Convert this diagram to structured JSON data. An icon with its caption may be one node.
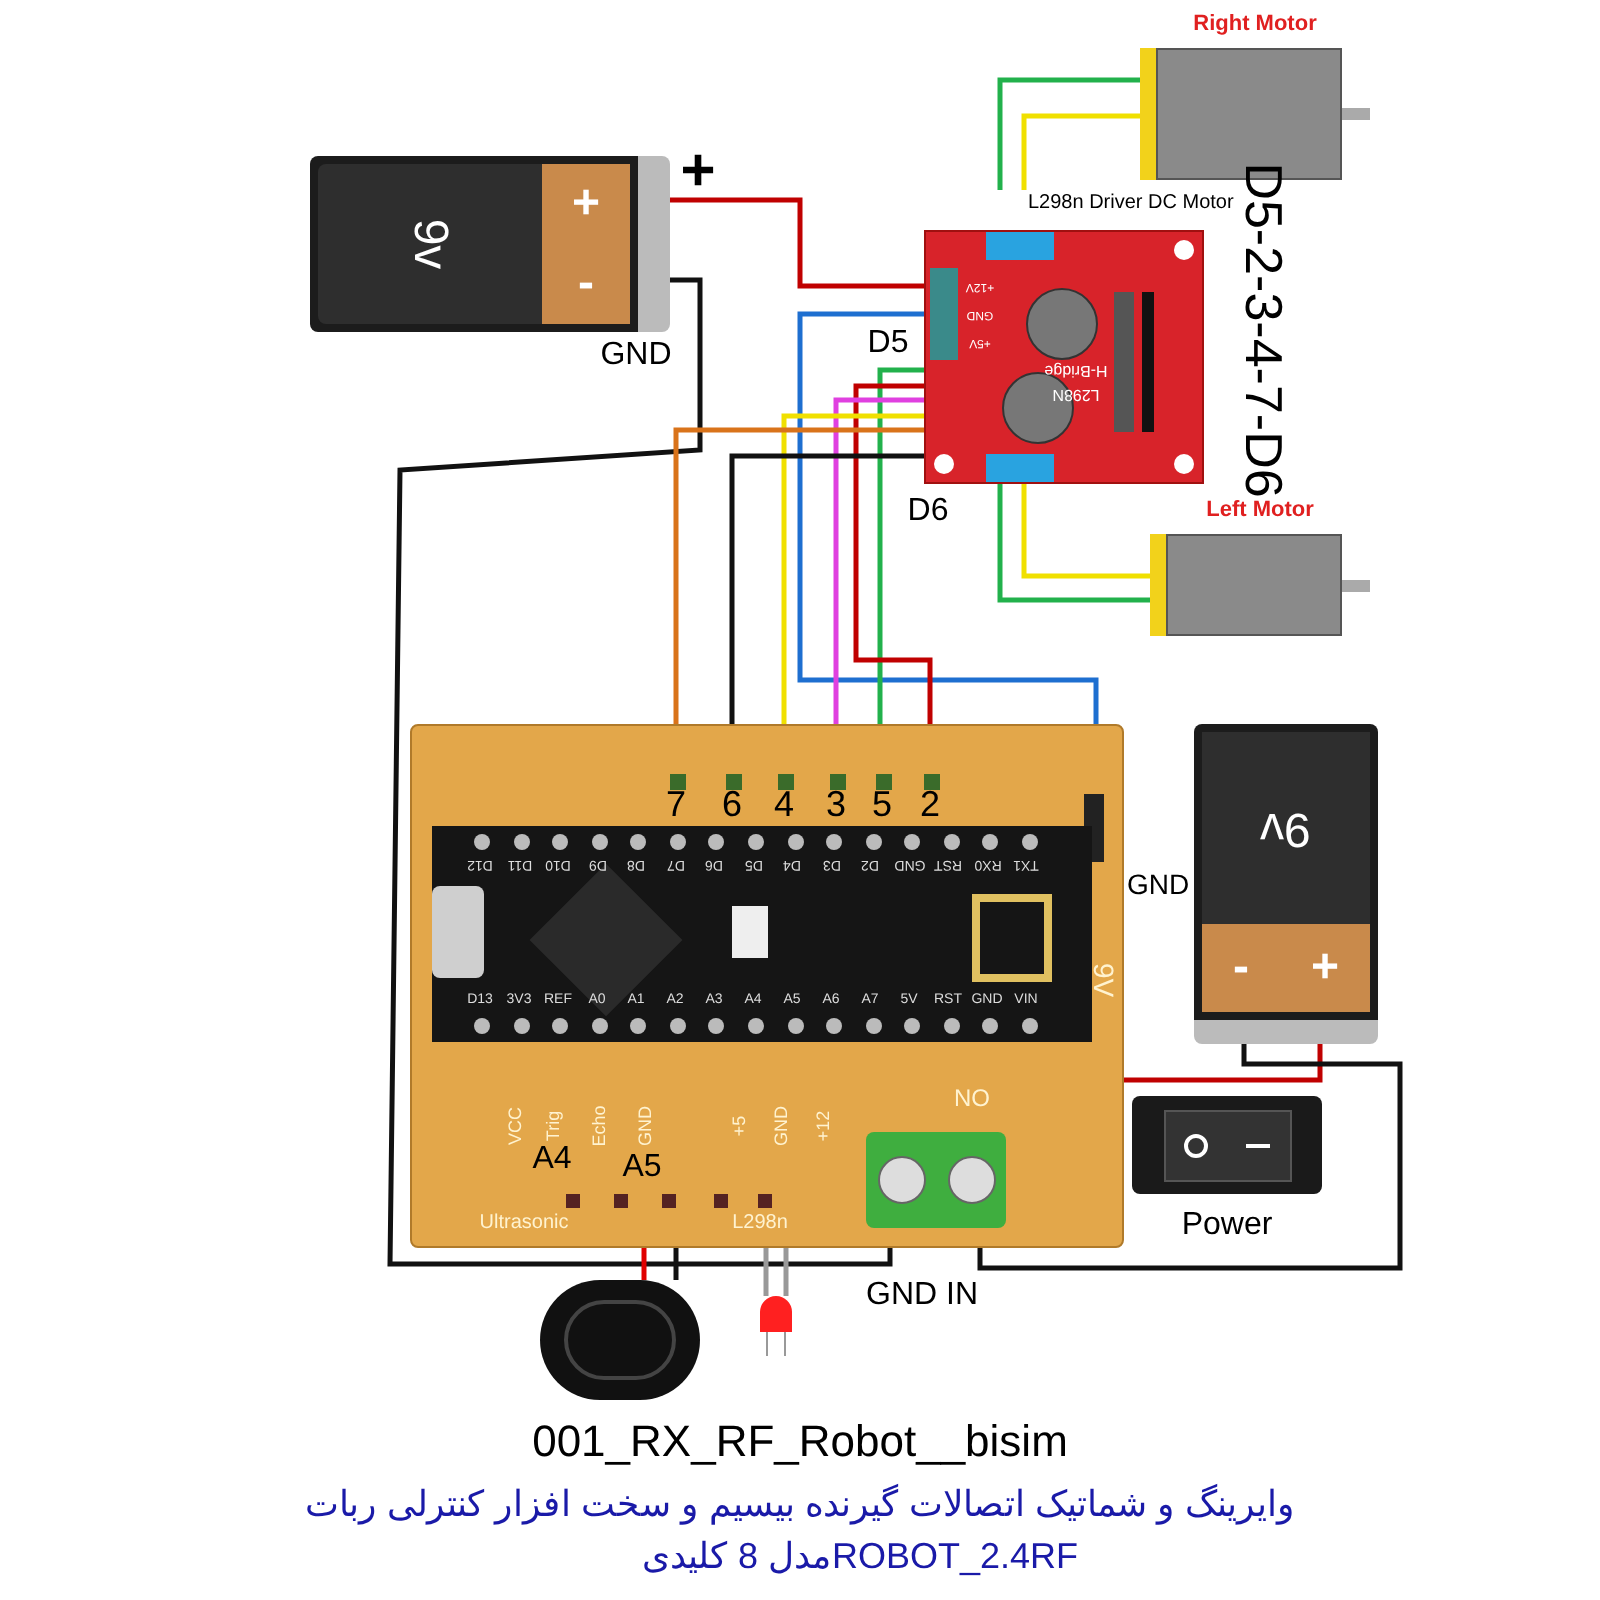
{
  "diagram": {
    "title": "001_RX_RF_Robot__bisim",
    "caption": "وایرینگ و شماتیک اتصالات گیرنده بیسیم و سخت افزار کنترلی ربات",
    "nodes": [
      {
        "text": [
          "9v",
          "+",
          "-"
        ]
      },
      {
        "text": [
          "L298n Driver DC Motor"
        ]
      },
      {
        "text": [
          "Right Motor"
        ]
      },
      {
        "text": [
          "Left Motor"
        ]
      },
      {
        "text": [],
        "shape": "box"
      },
      {
        "text": [],
        "shape": "picture",
        "in": 4
      },
      {
        "text": [
          "9v",
          "-",
          "+"
        ]
      },
      {
        "text": [
          "Power"
        ]
      },
      {
        "text": [],
        "shape": "box",
        "in": 4,
        "beside": [
          "GND IN"
        ]
      },
      {
        "text": [],
        "shape": "circle"
      },
      {
        "text": [],
        "shape": "circle"
      }
    ],
    "edges": [
      {
        "from": 0,
        "to": 1,
        "arrow": "none",
        "color": "#c00000"
      },
      {
        "from": 0,
        "to": 8,
        "arrow": "none",
        "color": "#111111"
      },
      {
        "from": 1,
        "to": 4,
        "arrow": "none",
        "color": "#1e6fd0"
      },
      {
        "from": 1,
        "to": 4,
        "arrow": "none",
        "color": "#22b14c"
      },
      {
        "from": 1,
        "to": 4,
        "arrow": "none",
        "color": "#c00000"
      },
      {
        "from": 1,
        "to": 4,
        "arrow": "none",
        "color": "#e040e0"
      },
      {
        "from": 1,
        "to": 4,
        "arrow": "none",
        "color": "#f0e000"
      },
      {
        "from": 1,
        "to": 4,
        "arrow": "none",
        "color": "#d9731a"
      },
      {
        "from": 1,
        "to": 4,
        "arrow": "none",
        "color": "#111111"
      },
      {
        "from": 2,
        "to": 1,
        "arrow": "none",
        "color": "#22b14c"
      },
      {
        "from": 2,
        "to": 1,
        "arrow": "none",
        "color": "#f0e000"
      },
      {
        "from": 1,
        "to": 3,
        "arrow": "none",
        "color": "#22b14c"
      },
      {
        "from": 1,
        "to": 3,
        "arrow": "none",
        "color": "#f0e000"
      },
      {
        "from": 6,
        "to": 5,
        "arrow": "none",
        "color": "#c00000"
      },
      {
        "from": 6,
        "to": 8,
        "arrow": "none",
        "color": "#111111"
      },
      {
        "from": 9,
        "to": 4,
        "arrow": "none",
        "color": "#e00000"
      },
      {
        "from": 9,
        "to": 4,
        "arrow": "none",
        "color": "#111111"
      },
      {
        "from": 10,
        "to": 4,
        "arrow": "none",
        "color": "#999999"
      },
      {
        "from": 10,
        "to": 4,
        "arrow": "none",
        "color": "#999999"
      }
    ],
    "labels": [
      "+",
      "GND",
      "D5",
      "D6",
      "D5-2-3-4-7-D6",
      "+12V",
      "GND",
      "+5V",
      "H-Bridge",
      "L298N",
      "7",
      "6",
      "4",
      "3",
      "5",
      "2",
      "GND",
      "D12",
      "D11",
      "D10",
      "D9",
      "D8",
      "D7",
      "D6",
      "D5",
      "D4",
      "D3",
      "D2",
      "GND",
      "RST",
      "RX0",
      "TX1",
      "D13",
      "3V3",
      "REF",
      "A0",
      "A1",
      "A2",
      "A3",
      "A4",
      "A5",
      "A6",
      "A7",
      "5V",
      "RST",
      "GND",
      "VIN",
      "9V",
      "VCC",
      "Trig",
      "Echo",
      "GND",
      "+5",
      "GND",
      "+12",
      "NO",
      "A4",
      "A5",
      "Ultrasonic",
      "L298n",
      "مدل 8 کلیدیROBOT_2.4RF"
    ]
  }
}
